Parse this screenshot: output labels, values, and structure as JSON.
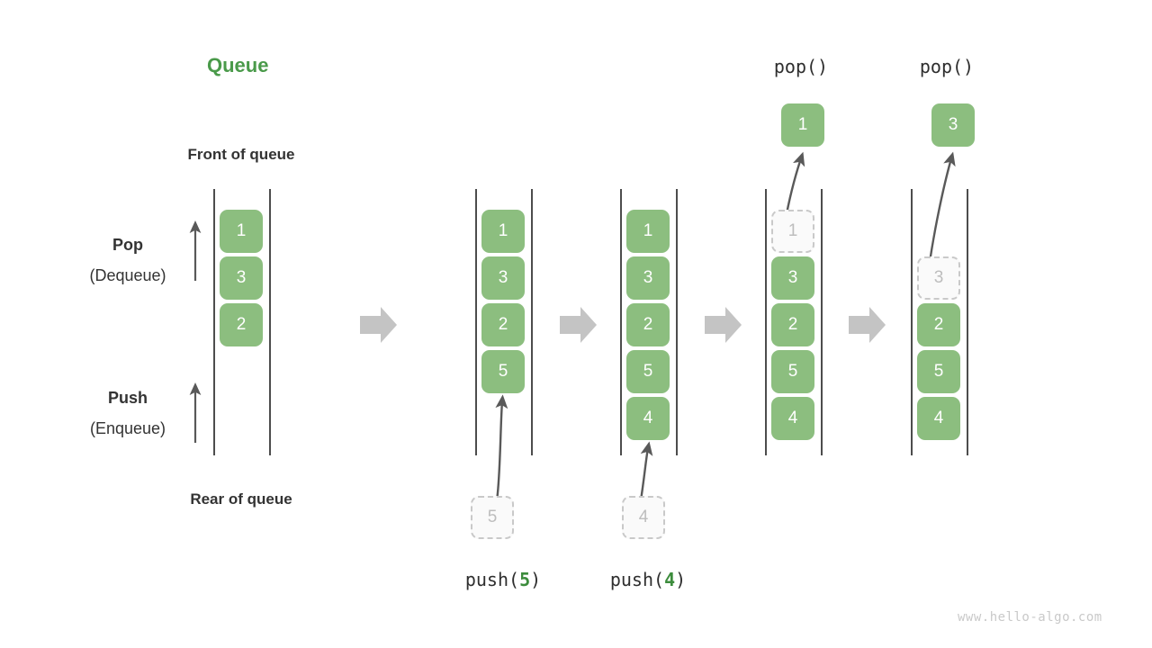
{
  "figure": {
    "title": "Queue",
    "title_color": "#4a9a4a",
    "front_label": "Front of queue",
    "rear_label": "Rear of queue",
    "watermark": "www.hello-algo.com",
    "box_color": "#8cbe7f",
    "ghost_color": "#fafafa",
    "arrow_color": "#c4c4c4",
    "line_color": "#4d4d4d"
  },
  "legend": {
    "pop": {
      "title": "Pop",
      "subtitle": "(Dequeue)"
    },
    "push": {
      "title": "Push",
      "subtitle": "(Enqueue)"
    }
  },
  "panels": [
    {
      "id": "initial",
      "op_prefix": "",
      "op_arg": "",
      "op_suffix": "",
      "cells": [
        "1",
        "3",
        "2"
      ],
      "ghost_bottom": null,
      "ghost_top": null,
      "popped": null
    },
    {
      "id": "push-5",
      "op_prefix": "push(",
      "op_arg": "5",
      "op_suffix": ")",
      "cells": [
        "1",
        "3",
        "2",
        "5"
      ],
      "ghost_bottom": "5",
      "ghost_top": null,
      "popped": null
    },
    {
      "id": "push-4",
      "op_prefix": "push(",
      "op_arg": "4",
      "op_suffix": ")",
      "cells": [
        "1",
        "3",
        "2",
        "5",
        "4"
      ],
      "ghost_bottom": "4",
      "ghost_top": null,
      "popped": null
    },
    {
      "id": "pop-1",
      "op_prefix": "pop()",
      "op_arg": "",
      "op_suffix": "",
      "cells": [
        "3",
        "2",
        "5",
        "4"
      ],
      "ghost_bottom": null,
      "ghost_top": "1",
      "popped": "1"
    },
    {
      "id": "pop-3",
      "op_prefix": "pop()",
      "op_arg": "",
      "op_suffix": "",
      "cells": [
        "2",
        "5",
        "4"
      ],
      "ghost_bottom": null,
      "ghost_top": "3",
      "popped": "3"
    }
  ],
  "transition_arrows": 4
}
